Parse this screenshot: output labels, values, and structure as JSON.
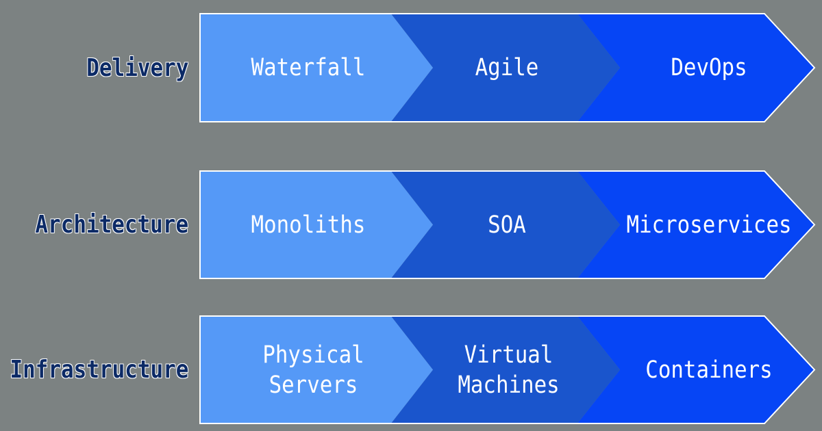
{
  "colors": {
    "background": "#7c8282",
    "stage1": "#5599f7",
    "stage2": "#1a55cc",
    "stage3": "#0645f5",
    "label": "#0c2a66"
  },
  "rows": [
    {
      "label": "Delivery",
      "stages": [
        "Waterfall",
        "Agile",
        "DevOps"
      ]
    },
    {
      "label": "Architecture",
      "stages": [
        "Monoliths",
        "SOA",
        "Microservices"
      ]
    },
    {
      "label": "Infrastructure",
      "stages": [
        "Physical Servers",
        "Virtual\nMachines",
        "Containers"
      ]
    }
  ]
}
